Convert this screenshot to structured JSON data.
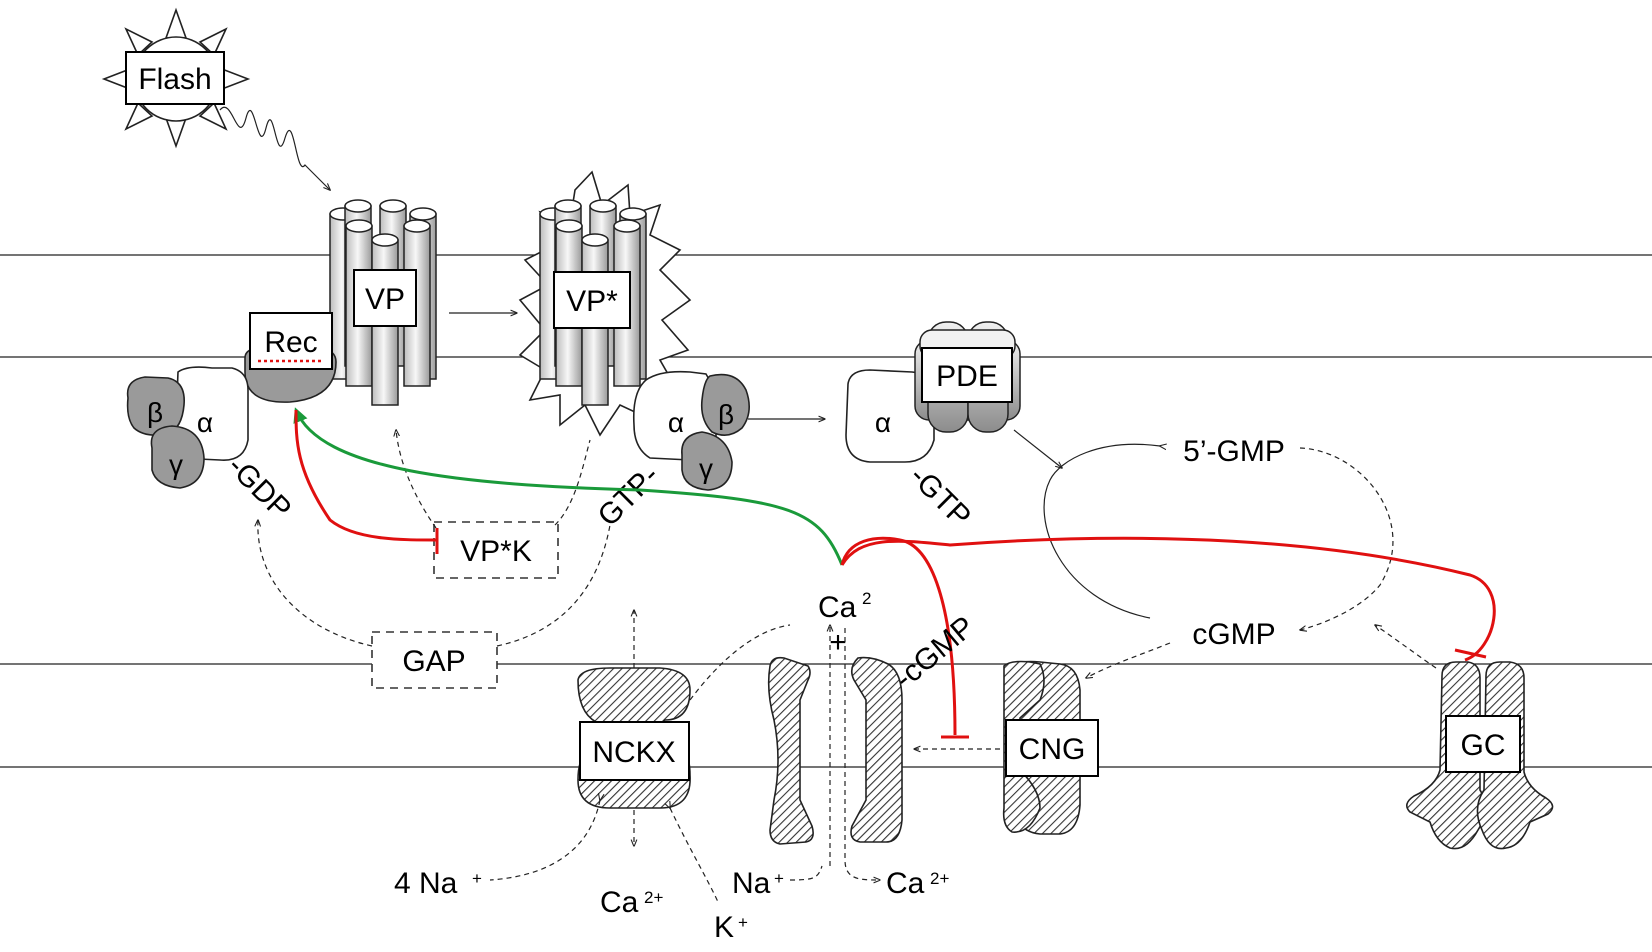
{
  "colors": {
    "inhibition": "#e01010",
    "activation": "#1a9a3a",
    "protein_dark": "#9a9a9a",
    "membrane": "#222222"
  },
  "icons": {
    "flash": "sun-burst-icon",
    "photon": "wavy-line-icon"
  },
  "labels": {
    "flash": "Flash",
    "rec": "Rec",
    "vp": "VP",
    "vp_star": "VP*",
    "pde": "PDE",
    "vp_star_k": "VP*K",
    "gap": "GAP",
    "nckx": "NCKX",
    "cng": "CNG",
    "gc": "GC",
    "five_gmp": "5’-GMP",
    "cgmp_cytosol": "cGMP",
    "cgmp_bound": "-cGMP",
    "gdp": "-GDP",
    "gtp_left": "GTP-",
    "gtp_right": "-GTP",
    "ca_center": "Ca",
    "ca_center_sup": "2",
    "plus": "+",
    "four_na": "4 Na",
    "four_na_sup": "+",
    "ca_nckx": "Ca",
    "ca_nckx_sup": "2+",
    "k": "K",
    "k_sup": "+",
    "na": "Na",
    "na_sup": "+",
    "ca_cng": "Ca",
    "ca_cng_sup": "2+"
  },
  "greek": {
    "alpha": "α",
    "beta": "β",
    "gamma": "γ"
  }
}
